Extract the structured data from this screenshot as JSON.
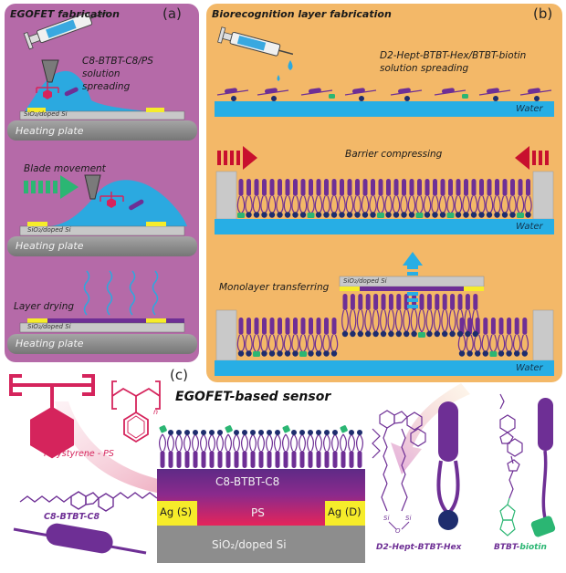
{
  "panel_a": {
    "title": "EGOFET fabrication",
    "letter": "(a)",
    "step1_text": "C8-BTBT-C8/PS\nsolution\nspreading",
    "substrate": "SiO₂/doped Si",
    "plate": "Heating plate",
    "step2_text": "Blade movement",
    "step3_text": "Layer drying"
  },
  "panel_b": {
    "title": "Biorecognition layer fabrication",
    "letter": "(b)",
    "step1_text": "D2-Hept-BTBT-Hex/BTBT-biotin\nsolution spreading",
    "water": "Water",
    "step2_text": "Barrier compressing",
    "step3_text": "Monolayer transferring",
    "substrate": "SiO₂/doped Si"
  },
  "panel_c": {
    "letter": "(c)",
    "title": "EGOFET-based sensor",
    "top_layer": "C8-BTBT-C8",
    "left_electrode": "Ag (S)",
    "middle": "PS",
    "right_electrode": "Ag (D)",
    "substrate": "SiO₂/doped Si"
  },
  "molecules": {
    "polystyrene": "Polystyrene - PS",
    "c8": "C8-BTBT-C8",
    "hex": "D2-Hept-BTBT-Hex",
    "biotin_prefix": "BTBT-",
    "biotin_suffix": "biotin",
    "n": "n"
  },
  "colors": {
    "panel_a_bg": "#b56aa8",
    "panel_b_bg": "#f3b868",
    "water": "#27aee5",
    "plate": "#8d8d8d",
    "purple": "#6e2f95",
    "crimson": "#d5245c",
    "green": "#2bb673",
    "yellow": "#f6ec2a",
    "navy": "#1e2d6e",
    "cyan": "#2ba9e0"
  }
}
